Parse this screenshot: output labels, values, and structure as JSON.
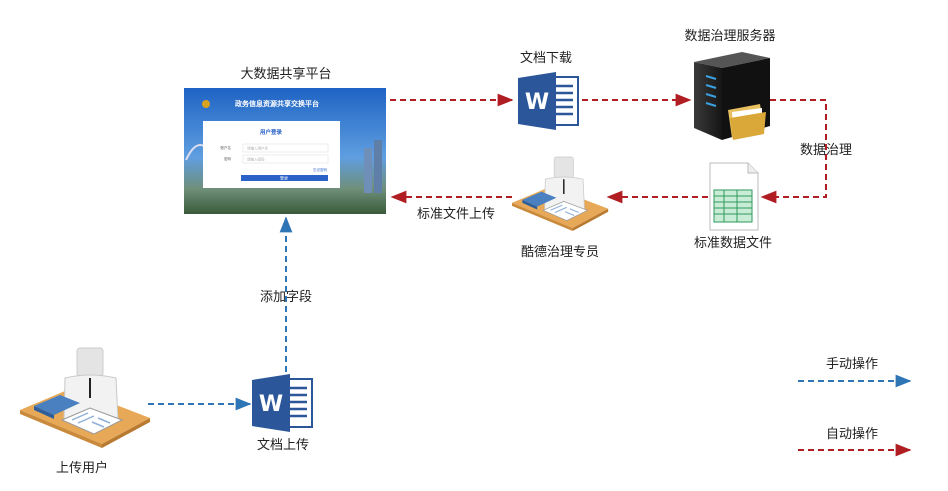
{
  "colors": {
    "manual": "#2e75b6",
    "auto": "#b01e23",
    "word": "#2b579a",
    "desk": "#e7a957"
  },
  "nodes": {
    "platform": {
      "title": "大数据共享平台",
      "screenshot": {
        "site_title": "政务信息资源共享交换平台",
        "login_title": "用户登录",
        "account_label": "账户名",
        "account_placeholder": "请输入用户名",
        "password_label": "密码",
        "password_placeholder": "请输入密码",
        "forgot_link": "忘记密码",
        "login_button": "登录"
      }
    },
    "doc_download": {
      "label": "文档下载"
    },
    "server": {
      "label": "数据治理服务器"
    },
    "governance_step": {
      "label": "数据治理"
    },
    "standard_file": {
      "label": "标准数据文件"
    },
    "specialist": {
      "label": "酷德治理专员"
    },
    "standard_upload": {
      "label": "标准文件上传"
    },
    "add_field": {
      "label": "添加字段"
    },
    "upload_user": {
      "label": "上传用户"
    },
    "doc_upload": {
      "label": "文档上传"
    }
  },
  "icons": {
    "word_letter": "W"
  },
  "legend": [
    {
      "label": "手动操作",
      "style": "blue-dashed-arrow"
    },
    {
      "label": "自动操作",
      "style": "red-dashed-arrow"
    }
  ]
}
